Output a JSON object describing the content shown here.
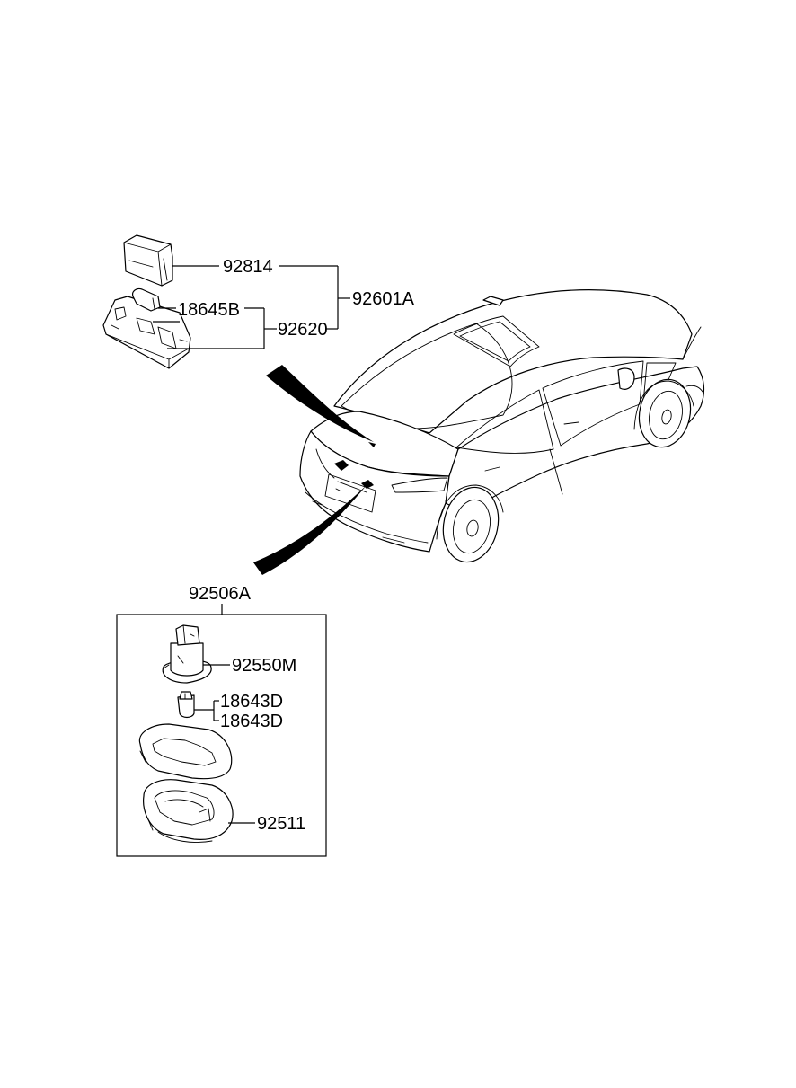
{
  "parts": {
    "cap": "92814",
    "assembly_upper": "92601A",
    "bulb_upper": "18645B",
    "housing_upper": "92620",
    "assembly_lower": "92506A",
    "socket": "92550M",
    "bulb_lower_1": "18643D",
    "bulb_lower_2": "18643D",
    "lens": "92511"
  },
  "colors": {
    "line": "#000000",
    "background": "#ffffff"
  }
}
